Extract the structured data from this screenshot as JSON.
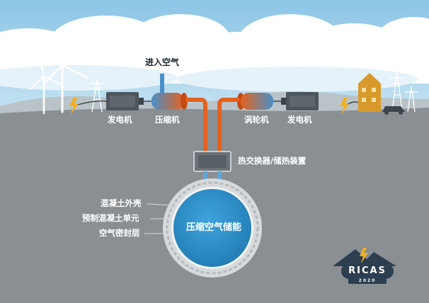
{
  "labels": {
    "air_intake": "进入空气",
    "generator_left": "发电机",
    "compressor": "压缩机",
    "turbine": "涡轮机",
    "generator_right": "发电机",
    "heat_exchanger": "热交换器/储热装置",
    "concrete_shell": "混凝土外壳",
    "precast_unit": "预制混凝土单元",
    "air_seal": "空气密封层",
    "storage": "压缩空气储能"
  },
  "logo": {
    "name": "RICAS",
    "year": "2020"
  },
  "colors": {
    "sky": "#a9d3ea",
    "ground": "#8a8f93",
    "pipe_hot": "#e4621e",
    "pipe_cold": "#5fa5d6",
    "sphere": "#2e8fc9",
    "shell": "#d7dadc",
    "machine": "#4e565d",
    "text_dark": "#1c2329",
    "text_light": "#ffffff"
  }
}
